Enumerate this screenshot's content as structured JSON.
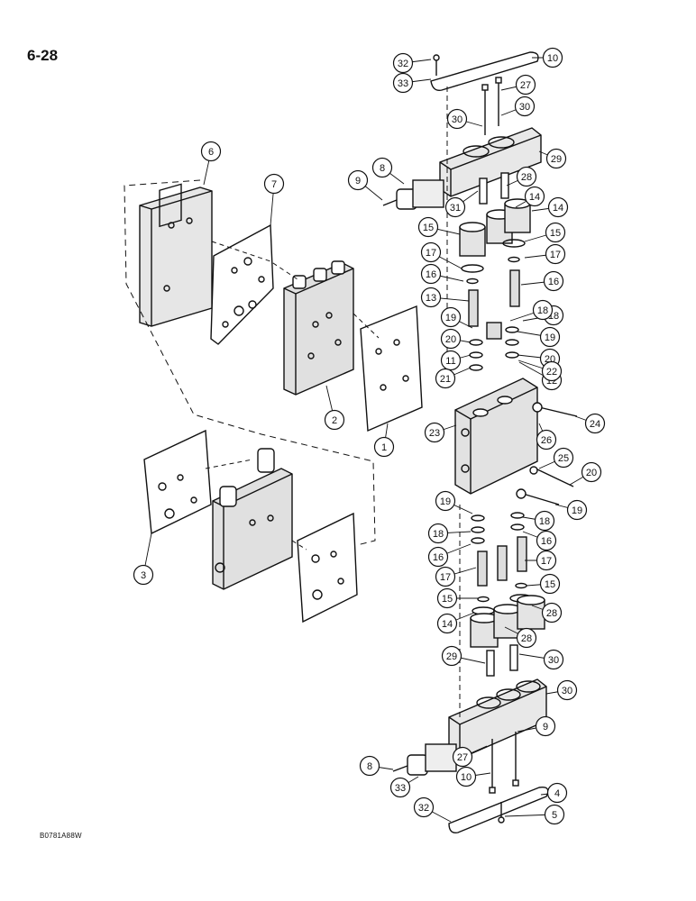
{
  "page_number": "6-28",
  "figure_code": "B0781A88W",
  "callouts": [
    "32",
    "33",
    "10",
    "27",
    "30",
    "30",
    "29",
    "8",
    "9",
    "28",
    "31",
    "14",
    "14",
    "15",
    "15",
    "17",
    "17",
    "16",
    "16",
    "13",
    "18",
    "18",
    "19",
    "19",
    "20",
    "20",
    "11",
    "12",
    "21",
    "22",
    "23",
    "26",
    "24",
    "25",
    "20",
    "19",
    "19",
    "18",
    "18",
    "16",
    "16",
    "17",
    "17",
    "15",
    "15",
    "14",
    "28",
    "28",
    "29",
    "30",
    "30",
    "9",
    "27",
    "8",
    "10",
    "33",
    "32",
    "4",
    "5",
    "6",
    "7",
    "2",
    "1",
    "3"
  ],
  "colors": {
    "ink": "#111111",
    "paper": "#ffffff",
    "fill": "#d8d8d8"
  }
}
